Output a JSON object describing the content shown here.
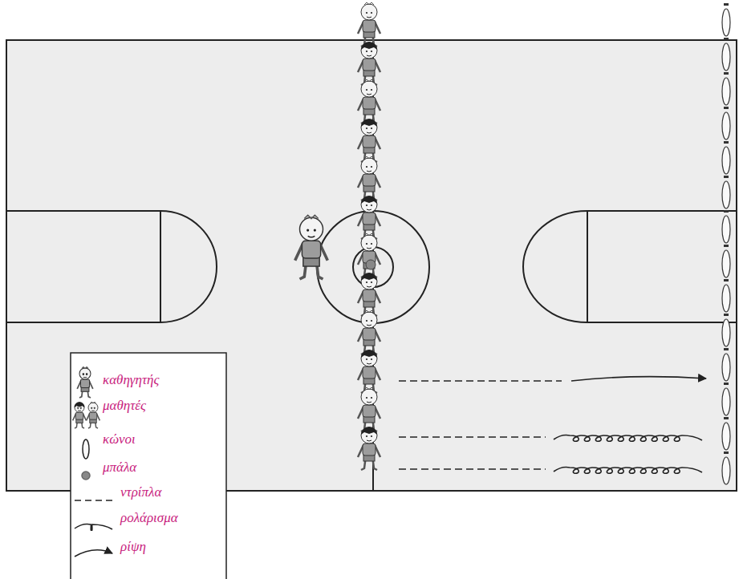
{
  "diagram": {
    "legend": [
      {
        "text": "καθηγητής"
      },
      {
        "text": "μαθητές"
      },
      {
        "text": "κώνοι"
      },
      {
        "text": "μπάλα"
      },
      {
        "text": "ντρίπλα"
      },
      {
        "text": "ρολάρισμα"
      },
      {
        "text": "ρίψη"
      }
    ]
  }
}
